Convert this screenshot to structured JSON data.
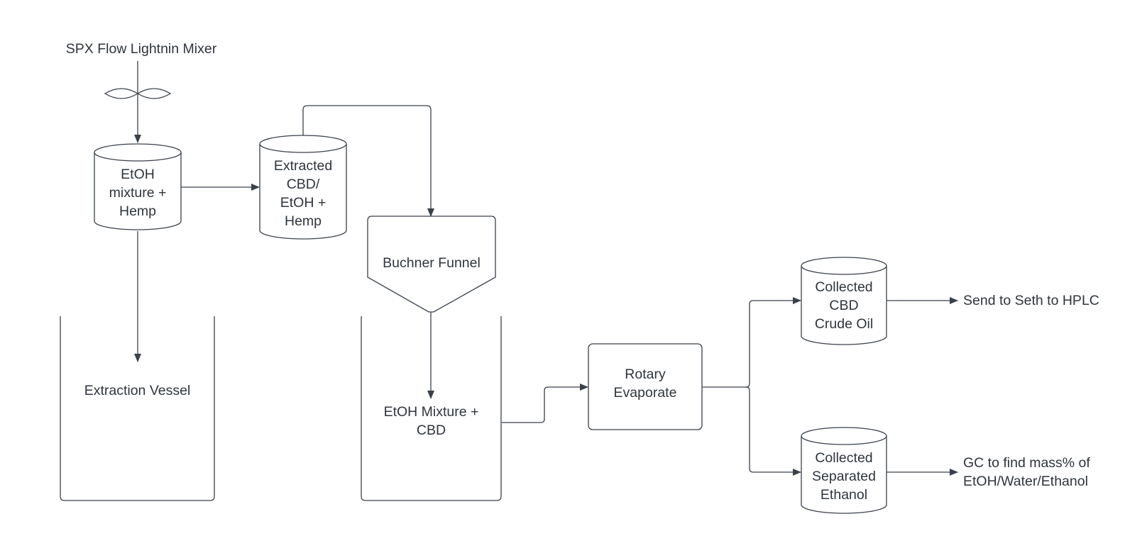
{
  "diagram": {
    "title": "CBD Extraction Process Flow",
    "colors": {
      "line": "#3a414a",
      "text": "#2f353d",
      "background": "#ffffff"
    },
    "nodes": {
      "mixer": {
        "label": "SPX Flow Lightnin Mixer",
        "icon": "impeller-icon"
      },
      "etoh_hemp": {
        "label": "EtOH\nmixture +\nHemp",
        "shape": "cylinder"
      },
      "extracted": {
        "label": "Extracted\nCBD/\nEtOH +\nHemp",
        "shape": "cylinder"
      },
      "extraction_vessel": {
        "label": "Extraction Vessel",
        "shape": "open-vessel"
      },
      "buchner": {
        "label": "Buchner Funnel",
        "shape": "funnel"
      },
      "etoh_cbd": {
        "label": "EtOH Mixture +\nCBD",
        "shape": "open-vessel"
      },
      "rotary": {
        "label": "Rotary\nEvaporate",
        "shape": "rounded-rectangle"
      },
      "crude_oil": {
        "label": "Collected\nCBD\nCrude Oil",
        "shape": "cylinder"
      },
      "ethanol": {
        "label": "Collected\nSeparated\nEthanol",
        "shape": "cylinder"
      },
      "hplc": {
        "label": "Send to Seth to HPLC",
        "shape": "text"
      },
      "gc": {
        "label": "GC to find mass% of\nEtOH/Water/Ethanol",
        "shape": "text"
      }
    },
    "edges": [
      {
        "from": "mixer",
        "to": "etoh_hemp"
      },
      {
        "from": "etoh_hemp",
        "to": "extracted"
      },
      {
        "from": "etoh_hemp",
        "to": "extraction_vessel"
      },
      {
        "from": "extracted",
        "to": "buchner"
      },
      {
        "from": "buchner",
        "to": "etoh_cbd"
      },
      {
        "from": "etoh_cbd",
        "to": "rotary"
      },
      {
        "from": "rotary",
        "to": "crude_oil"
      },
      {
        "from": "rotary",
        "to": "ethanol"
      },
      {
        "from": "crude_oil",
        "to": "hplc"
      },
      {
        "from": "ethanol",
        "to": "gc"
      }
    ]
  }
}
